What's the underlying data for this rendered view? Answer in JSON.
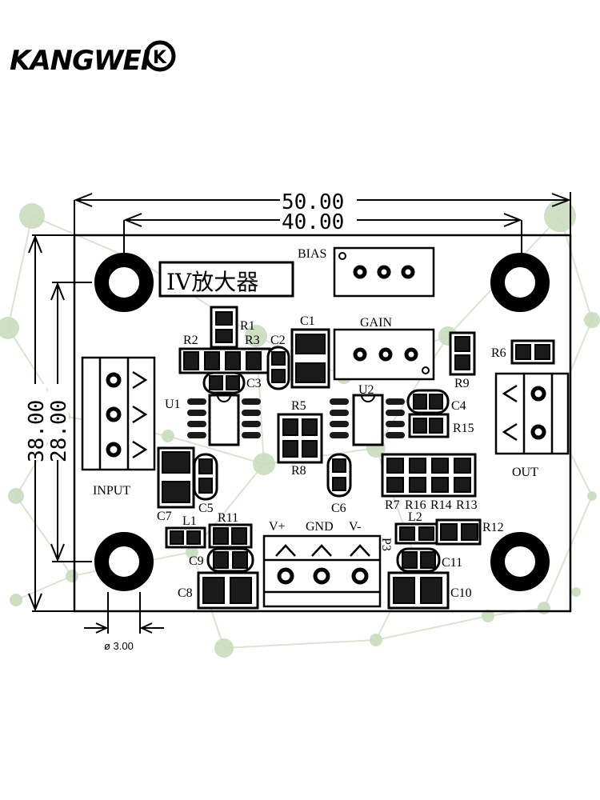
{
  "brand": {
    "name": "KANGWEI",
    "mark": "K"
  },
  "board": {
    "title": "IV放大器"
  },
  "dimensions": {
    "width_outer": "50.00",
    "width_inner": "40.00",
    "height_outer": "38.00",
    "height_inner": "28.00",
    "hole": "ø 3.00"
  },
  "connectors": {
    "input": "INPUT",
    "output": "OUT",
    "bias": "BIAS",
    "gain": "GAIN",
    "power_vplus": "V+",
    "power_gnd": "GND",
    "power_vminus": "V-",
    "power_ref": "P3"
  },
  "components": {
    "R1": "R1",
    "R2": "R2",
    "R3": "R3",
    "R5": "R5",
    "R6": "R6",
    "R7": "R7",
    "R8": "R8",
    "R9": "R9",
    "R11": "R11",
    "R12": "R12",
    "R13": "R13",
    "R14": "R14",
    "R15": "R15",
    "R16": "R16",
    "C1": "C1",
    "C2": "C2",
    "C3": "C3",
    "C4": "C4",
    "C5": "C5",
    "C6": "C6",
    "C7": "C7",
    "C8": "C8",
    "C9": "C9",
    "C10": "C10",
    "C11": "C11",
    "U1": "U1",
    "U2": "U2",
    "L1": "L1",
    "L2": "L2"
  },
  "colors": {
    "outline": "#000000",
    "pad": "#1a1a1a",
    "network_node": "#b9cfae",
    "network_line": "#d4dfcd",
    "background": "#ffffff"
  }
}
